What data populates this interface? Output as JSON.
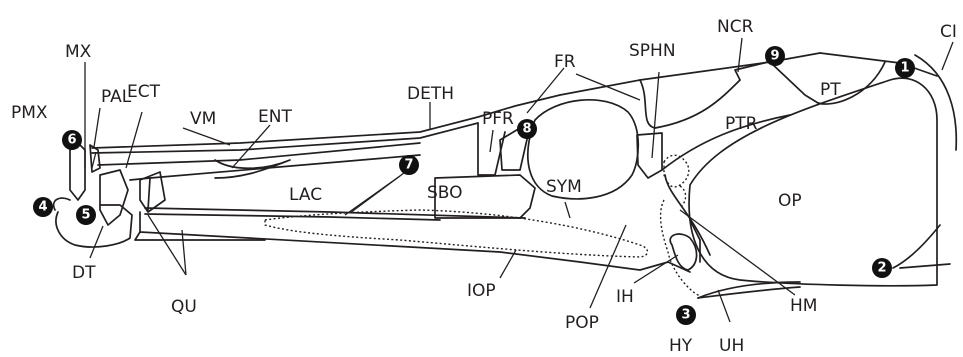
{
  "labels": {
    "MX": "MX",
    "PMX": "PMX",
    "PAL": "PAL",
    "ECT": "ECT",
    "VM": "VM",
    "ENT": "ENT",
    "DETH": "DETH",
    "PFR": "PFR",
    "FR": "FR",
    "SPHN": "SPHN",
    "NCR": "NCR",
    "CI": "CI",
    "PT": "PT",
    "PTR": "PTR",
    "LAC": "LAC",
    "SBO": "SBO",
    "SYM": "SYM",
    "OP": "OP",
    "DT": "DT",
    "QU": "QU",
    "IOP": "IOP",
    "POP": "POP",
    "IH": "IH",
    "HY": "HY",
    "UH": "UH",
    "HM": "HM"
  },
  "markers": [
    "1",
    "2",
    "3",
    "4",
    "5",
    "6",
    "7",
    "8",
    "9"
  ],
  "colors": {
    "ink": "#231f20",
    "marker_fill": "#111111",
    "marker_text": "#ffffff",
    "background": "#ffffff"
  }
}
